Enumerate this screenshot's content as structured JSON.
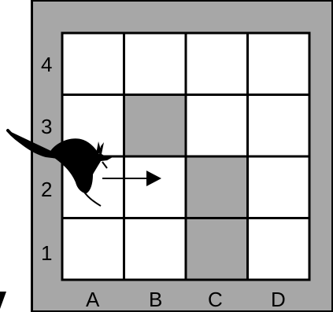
{
  "board": {
    "rows": [
      "1",
      "2",
      "3",
      "4"
    ],
    "columns": [
      "A",
      "B",
      "C",
      "D"
    ],
    "shaded_cells": [
      "B3",
      "C2",
      "C1"
    ],
    "frame_color": "#a7a7a7",
    "cell_color": "#ffffff",
    "shaded_color": "#a7a7a7",
    "line_color": "#000000"
  },
  "kangaroo": {
    "icon": "kangaroo-icon",
    "position": "A2",
    "facing": "right"
  },
  "move_arrow": {
    "icon": "arrow-right-icon",
    "direction": "right"
  }
}
